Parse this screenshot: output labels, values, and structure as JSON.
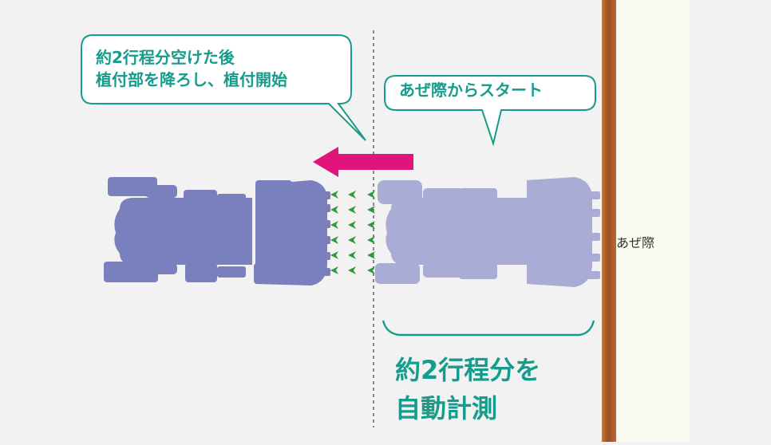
{
  "bubbles": {
    "left": {
      "line1": "約2行程分空けた後",
      "line2": "植付部を降ろし、植付開始"
    },
    "right": {
      "text": "あぜ際からスタート"
    }
  },
  "ridge": {
    "label": "あぜ際"
  },
  "caption": {
    "line1": "約2行程分を",
    "line2": "自動計測"
  },
  "colors": {
    "background": "#f2f2f2",
    "ridge_gradient": [
      "#c07840",
      "#9a4f1f",
      "#b66a35"
    ],
    "field_strip": "#fbfbf0",
    "accent_teal": "#169c8c",
    "arrow_magenta": "#e0147a",
    "machine_dark": "#7a80bd",
    "machine_light": "#a9acd4",
    "seedlings": "#2d9b3a"
  },
  "icons": [
    "left-arrow-icon",
    "seedling-icon",
    "rice-transplanter-icon"
  ]
}
